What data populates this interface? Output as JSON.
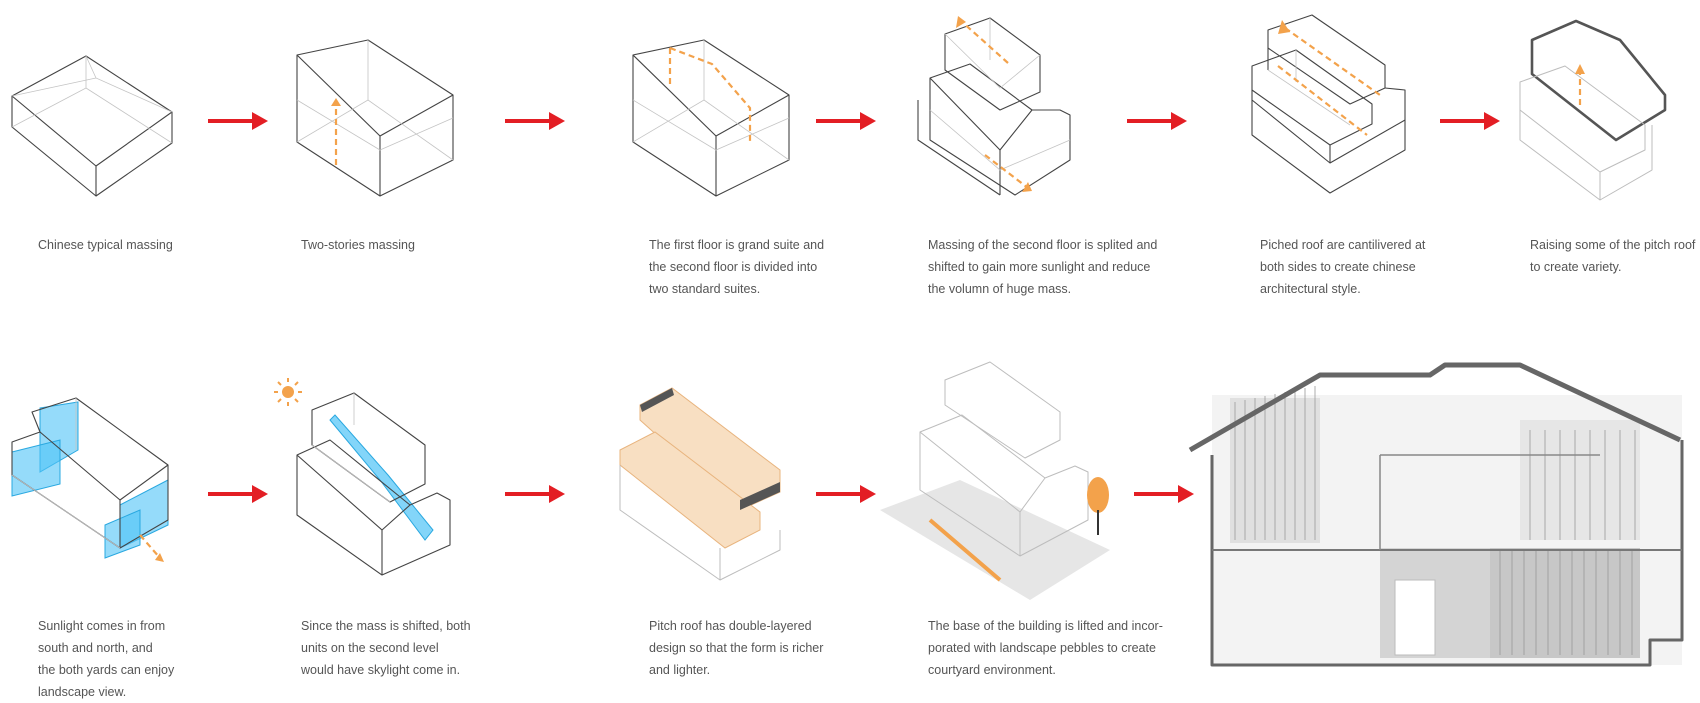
{
  "colors": {
    "arrow": "#e31e24",
    "dash": "#f3a24b",
    "sun_glass": "#4fc3f7",
    "roof_fill": "#f8dfc2",
    "caption_text": "#555555"
  },
  "steps": [
    {
      "lines": [
        "Chinese typical massing"
      ]
    },
    {
      "lines": [
        "Two-stories massing"
      ]
    },
    {
      "lines": [
        "The first floor is grand suite and",
        "the second floor is divided into",
        "two standard suites."
      ]
    },
    {
      "lines": [
        "Massing of the second floor is splited and",
        "shifted to gain more sunlight and reduce",
        "the volumn of huge mass."
      ]
    },
    {
      "lines": [
        "Piched roof are cantilivered at",
        "both sides to create chinese",
        "architectural style."
      ]
    },
    {
      "lines": [
        "Raising some of the pitch roof",
        "to create variety."
      ]
    },
    {
      "lines": [
        "Sunlight comes in from",
        "south and north, and",
        "the both yards can enjoy",
        "landscape view."
      ]
    },
    {
      "lines": [
        "Since the mass is shifted, both",
        "units on the second level",
        "would have skylight come in."
      ]
    },
    {
      "lines": [
        "Pitch roof has double-layered",
        "design so that the form is richer",
        "and lighter."
      ]
    },
    {
      "lines": [
        "The base of the building is lifted and incor-",
        "porated with landscape pebbles to create",
        "courtyard environment."
      ]
    }
  ]
}
